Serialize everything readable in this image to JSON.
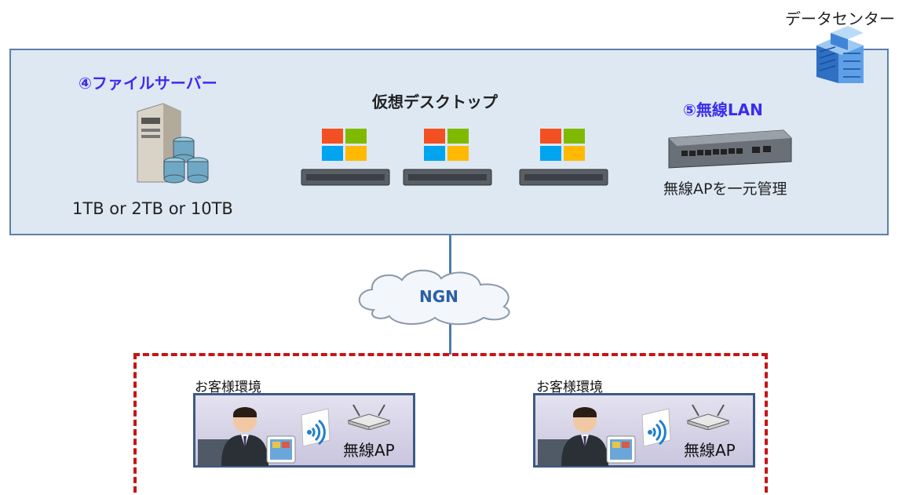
{
  "datacenter": {
    "label": "データセンター",
    "file_server": {
      "title": "④ファイルサーバー",
      "capacity": "1TB or 2TB or 10TB"
    },
    "virtual_desktop": {
      "title": "仮想デスクトップ",
      "count": 3
    },
    "wireless_lan": {
      "title": "⑤無線LAN",
      "caption": "無線APを一元管理"
    }
  },
  "network": {
    "label": "NGN"
  },
  "customer_sites": [
    {
      "label": "お客様環境",
      "ap_label": "無線AP"
    },
    {
      "label": "お客様環境",
      "ap_label": "無線AP"
    }
  ],
  "colors": {
    "accent_blue": "#3b2cf0",
    "ngn_text": "#2a5fa8",
    "dashed_red": "#c81414",
    "panel": "#dde8f3"
  }
}
